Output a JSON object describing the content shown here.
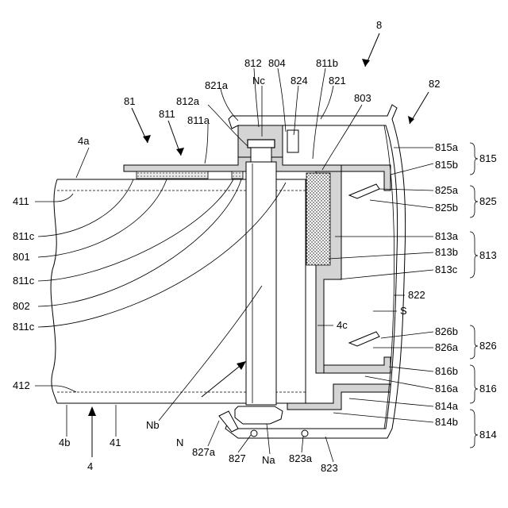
{
  "figure": {
    "labels": [
      {
        "id": "l-8",
        "text": "8"
      },
      {
        "id": "l-82",
        "text": "82"
      },
      {
        "id": "l-812",
        "text": "812"
      },
      {
        "id": "l-804",
        "text": "804"
      },
      {
        "id": "l-811b",
        "text": "811b"
      },
      {
        "id": "l-nc",
        "text": "Nc"
      },
      {
        "id": "l-824",
        "text": "824"
      },
      {
        "id": "l-821",
        "text": "821"
      },
      {
        "id": "l-821a",
        "text": "821a"
      },
      {
        "id": "l-803",
        "text": "803"
      },
      {
        "id": "l-812a",
        "text": "812a"
      },
      {
        "id": "l-81",
        "text": "81"
      },
      {
        "id": "l-811",
        "text": "811"
      },
      {
        "id": "l-811a",
        "text": "811a"
      },
      {
        "id": "l-4a",
        "text": "4a"
      },
      {
        "id": "l-815a",
        "text": "815a"
      },
      {
        "id": "l-815",
        "text": "815"
      },
      {
        "id": "l-815b",
        "text": "815b"
      },
      {
        "id": "l-411",
        "text": "411"
      },
      {
        "id": "l-825a",
        "text": "825a"
      },
      {
        "id": "l-825",
        "text": "825"
      },
      {
        "id": "l-825b",
        "text": "825b"
      },
      {
        "id": "l-811c-1",
        "text": "811c"
      },
      {
        "id": "l-801",
        "text": "801"
      },
      {
        "id": "l-813a",
        "text": "813a"
      },
      {
        "id": "l-813",
        "text": "813"
      },
      {
        "id": "l-813b",
        "text": "813b"
      },
      {
        "id": "l-811c-2",
        "text": "811c"
      },
      {
        "id": "l-813c",
        "text": "813c"
      },
      {
        "id": "l-802",
        "text": "802"
      },
      {
        "id": "l-822",
        "text": "822"
      },
      {
        "id": "l-s",
        "text": "S"
      },
      {
        "id": "l-811c-3",
        "text": "811c"
      },
      {
        "id": "l-4c",
        "text": "4c"
      },
      {
        "id": "l-826b",
        "text": "826b"
      },
      {
        "id": "l-826",
        "text": "826"
      },
      {
        "id": "l-826a",
        "text": "826a"
      },
      {
        "id": "l-816b",
        "text": "816b"
      },
      {
        "id": "l-816",
        "text": "816"
      },
      {
        "id": "l-412",
        "text": "412"
      },
      {
        "id": "l-816a",
        "text": "816a"
      },
      {
        "id": "l-814a",
        "text": "814a"
      },
      {
        "id": "l-814",
        "text": "814"
      },
      {
        "id": "l-814b",
        "text": "814b"
      },
      {
        "id": "l-nb",
        "text": "Nb"
      },
      {
        "id": "l-4b",
        "text": "4b"
      },
      {
        "id": "l-41",
        "text": "41"
      },
      {
        "id": "l-n",
        "text": "N"
      },
      {
        "id": "l-4",
        "text": "4"
      },
      {
        "id": "l-827a",
        "text": "827a"
      },
      {
        "id": "l-827",
        "text": "827"
      },
      {
        "id": "l-na",
        "text": "Na"
      },
      {
        "id": "l-823a",
        "text": "823a"
      },
      {
        "id": "l-823",
        "text": "823"
      }
    ]
  }
}
